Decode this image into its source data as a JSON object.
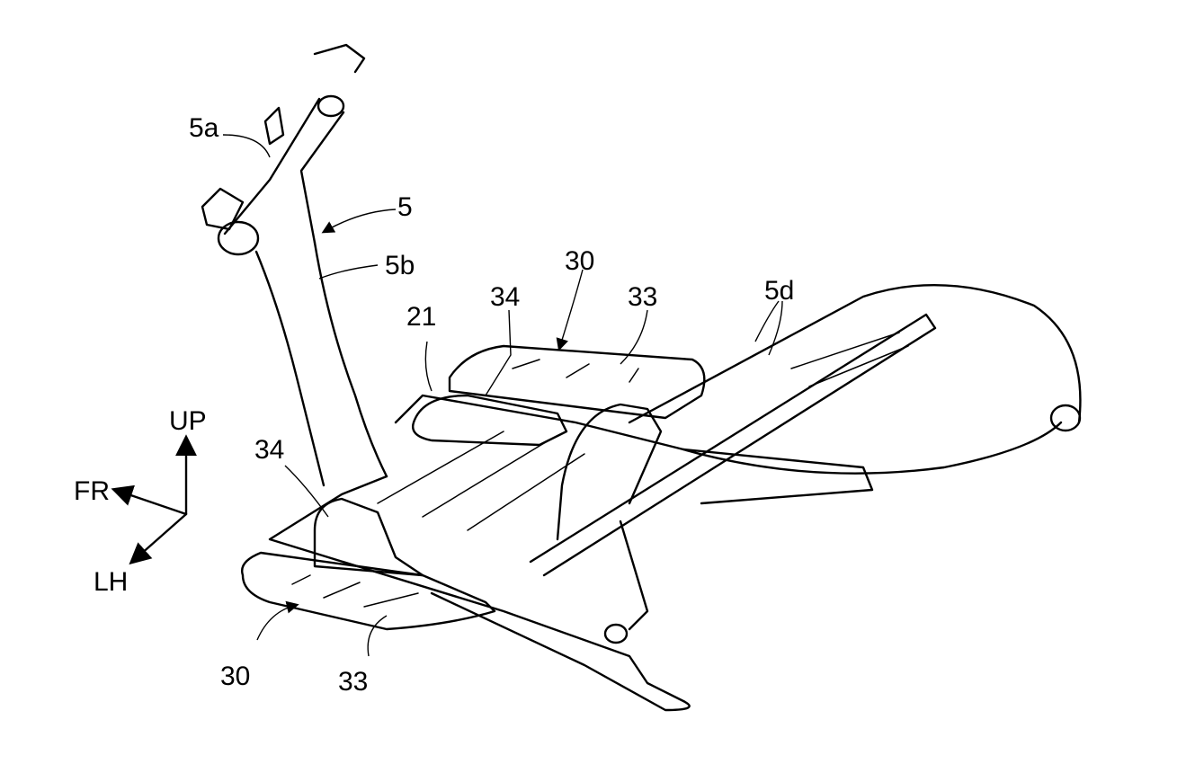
{
  "figure": {
    "type": "patent-line-drawing",
    "subject": "vehicle frame with step floor assembly (perspective view)"
  },
  "labels": {
    "l5a": "5a",
    "l5": "5",
    "l5b": "5b",
    "l30_top": "30",
    "l34_top": "34",
    "l33_top": "33",
    "l5d": "5d",
    "l21": "21",
    "l34_left": "34",
    "l30_bottom": "30",
    "l33_bottom": "33"
  },
  "orientation": {
    "up": "UP",
    "front": "FR",
    "left_hand": "LH"
  }
}
